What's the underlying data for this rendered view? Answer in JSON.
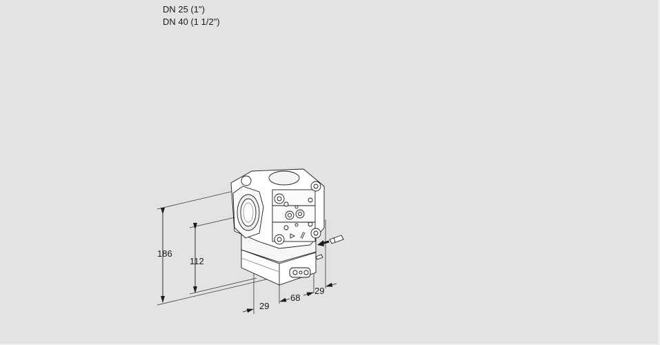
{
  "title_block": {
    "lines": [
      "DN 25 (1\")",
      "DN 40 (1 1/2\")"
    ]
  },
  "dimensions": {
    "overall_height": "186",
    "port_center_height": "112",
    "front_offset": "29",
    "body_depth": "68",
    "rear_offset": "29"
  },
  "colors": {
    "background": "#e3e3e3",
    "outer_border": "#f0f0f0",
    "line": "#1a1a1a",
    "body_fill": "#ffffff",
    "shade": "#d8d8d8"
  }
}
